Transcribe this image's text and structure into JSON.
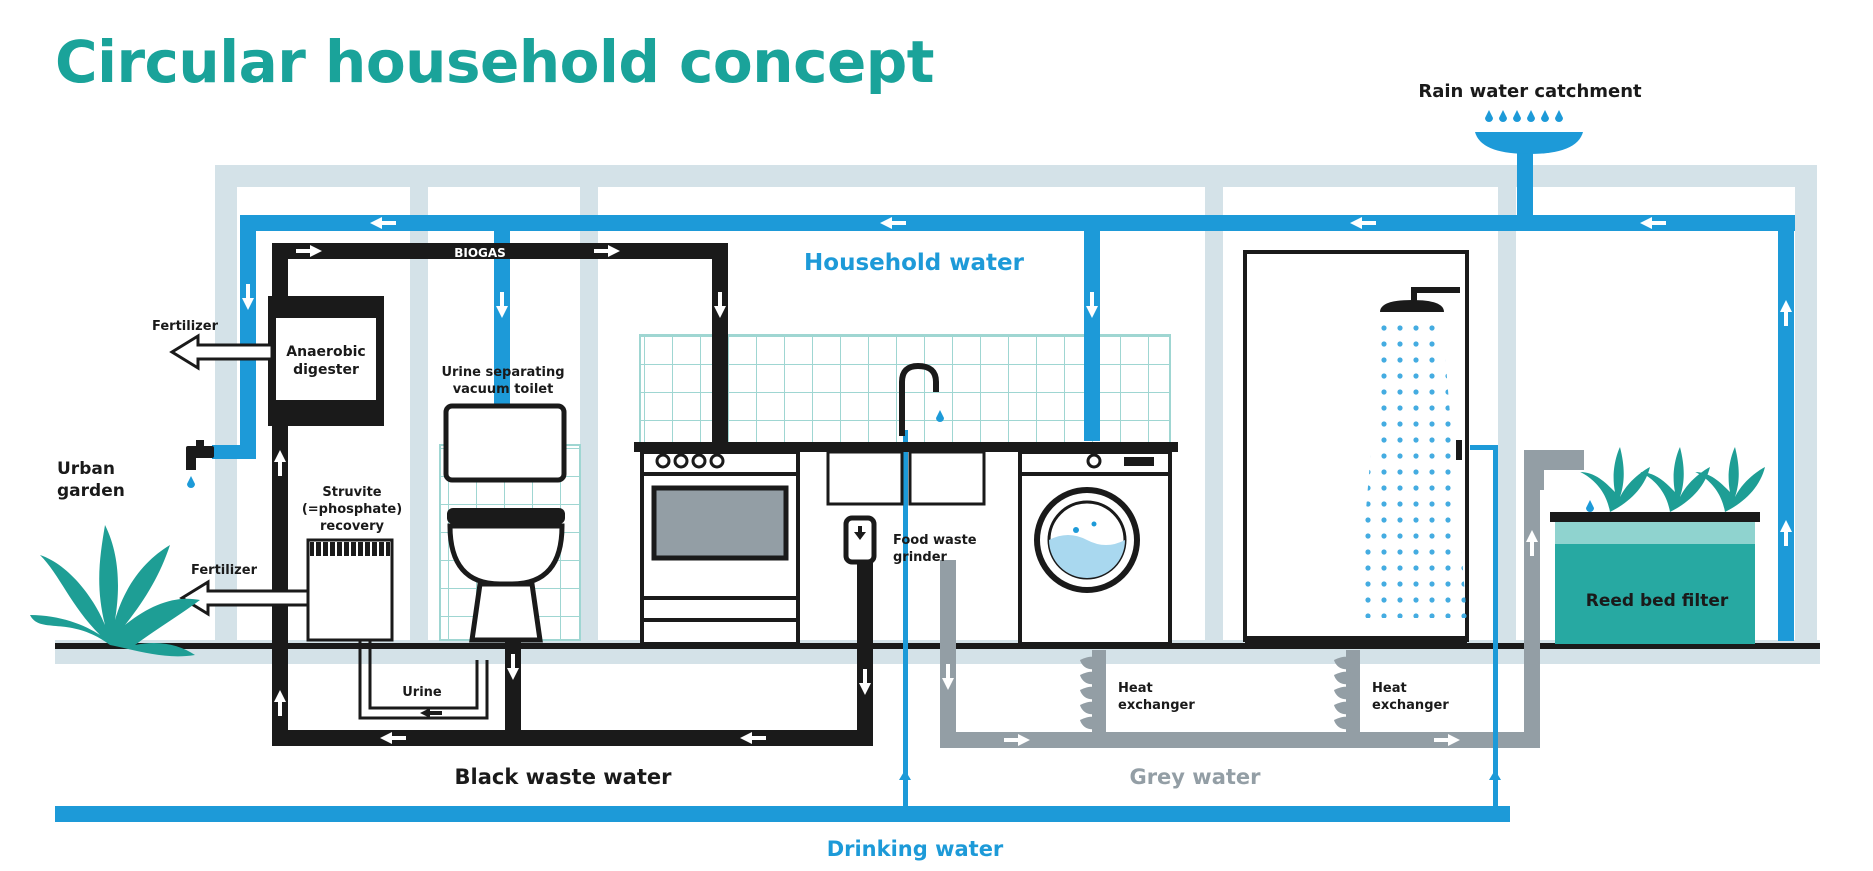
{
  "title": "Circular household concept",
  "labels": {
    "rain_water": "Rain water catchment",
    "household_water": "Household water",
    "biogas": "BIOGAS",
    "fertilizer_top": "Fertilizer",
    "anaerobic_line1": "Anaerobic",
    "anaerobic_line2": "digester",
    "urban_line1": "Urban",
    "urban_line2": "garden",
    "urine_toilet_line1": "Urine separating",
    "urine_toilet_line2": "vacuum toilet",
    "struvite_line1": "Struvite",
    "struvite_line2": "(=phosphate)",
    "struvite_line3": "recovery",
    "fertilizer_bottom": "Fertilizer",
    "urine": "Urine",
    "food_waste_line1": "Food waste",
    "food_waste_line2": "grinder",
    "heat_ex_1_line1": "Heat",
    "heat_ex_1_line2": "exchanger",
    "heat_ex_2_line1": "Heat",
    "heat_ex_2_line2": "exchanger",
    "reed_bed": "Reed bed filter",
    "black_water": "Black waste water",
    "grey_water": "Grey water",
    "drinking_water": "Drinking water"
  },
  "colors": {
    "title": "#1aa39a",
    "household_water": "#1d9ad8",
    "black_water": "#1a1a1a",
    "grey_water": "#939ea5",
    "house_frame": "#d4e2e8",
    "tile": "#9fd6d2",
    "reed_bed": "#27a9a2",
    "plant": "#1e9e95"
  },
  "icons": [
    "rain-catchment-icon",
    "tap-icon",
    "plant-icon",
    "toilet-icon",
    "stove-icon",
    "sink-icon",
    "washing-machine-icon",
    "shower-icon",
    "reed-bed-icon",
    "arrow-icon"
  ]
}
